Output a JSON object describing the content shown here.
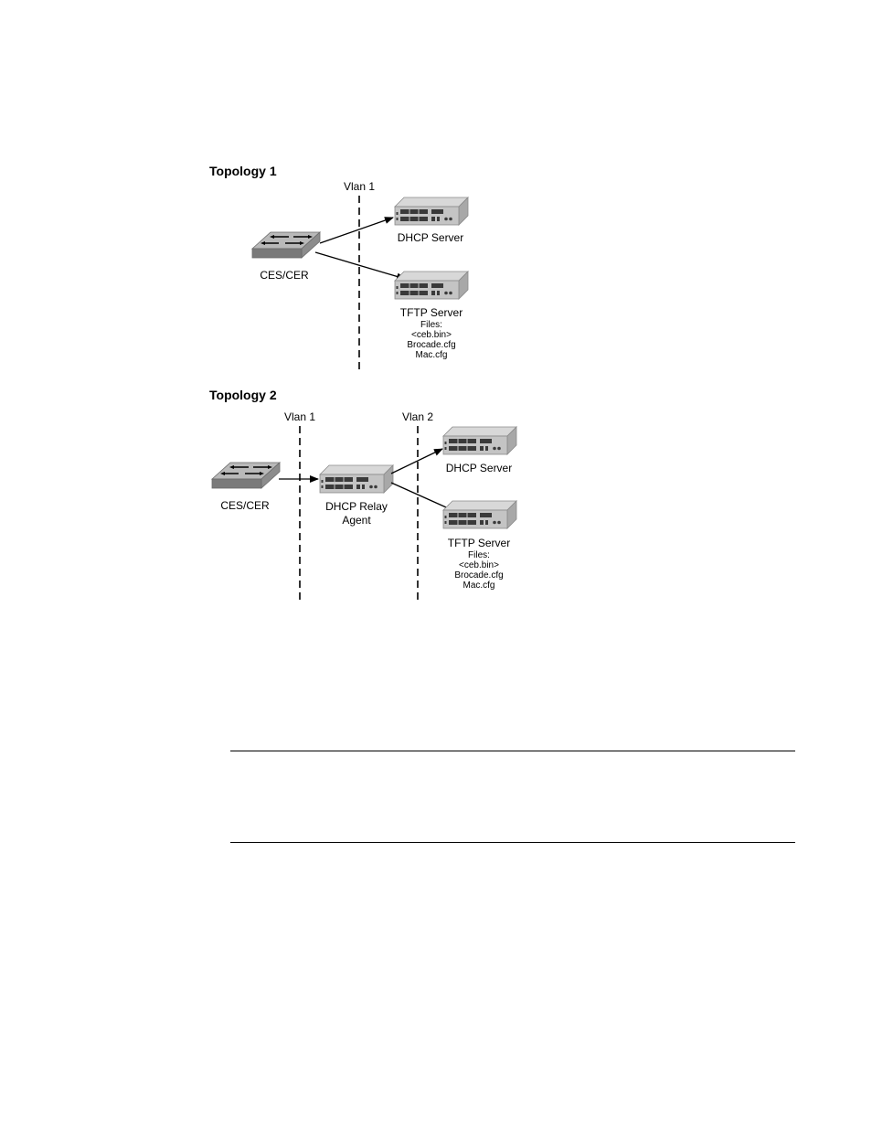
{
  "topology1": {
    "title": "Topology 1",
    "vlan_label": "Vlan 1",
    "switch_label": "CES/CER",
    "dhcp_label": "DHCP Server",
    "tftp_label": "TFTP Server",
    "tftp_files": [
      "Files:",
      "<ceb.bin>",
      "Brocade.cfg",
      "Mac.cfg"
    ]
  },
  "topology2": {
    "title": "Topology 2",
    "vlan1_label": "Vlan 1",
    "vlan2_label": "Vlan 2",
    "switch_label": "CES/CER",
    "relay_label": [
      "DHCP Relay",
      "Agent"
    ],
    "dhcp_label": "DHCP Server",
    "tftp_label": "TFTP Server",
    "tftp_files": [
      "Files:",
      "<ceb.bin>",
      "Brocade.cfg",
      "Mac.cfg"
    ]
  },
  "colors": {
    "switch_top": "#b9b9b9",
    "switch_front": "#7a7a7a",
    "server_top": "#d8d8d8",
    "server_front": "#c4c4c4",
    "server_side": "#a8a8a8",
    "port": "#3a3a3a",
    "line": "#000000"
  }
}
